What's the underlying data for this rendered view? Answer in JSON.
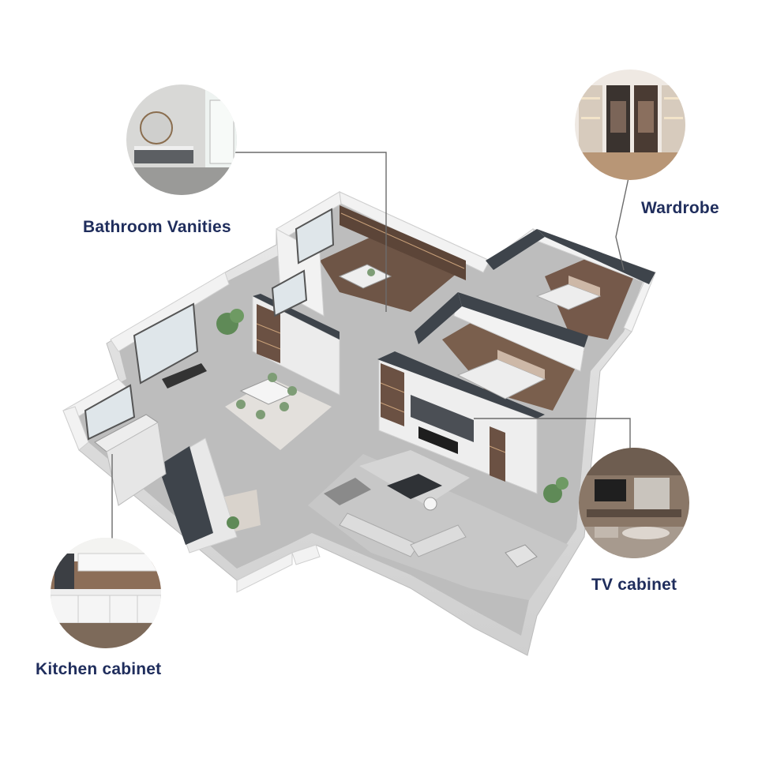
{
  "labels": {
    "bathroom": "Bathroom Vanities",
    "wardrobe": "Wardrobe",
    "tv": "TV cabinet",
    "kitchen": "Kitchen cabinet"
  },
  "icons": {
    "bathroom": "bathroom-vanity-photo",
    "wardrobe": "wardrobe-photo",
    "tv": "tv-cabinet-photo",
    "kitchen": "kitchen-cabinet-photo"
  },
  "colors": {
    "label_text": "#1f2d5c",
    "leader_line": "#6b6b6b",
    "floor": "#b9b9b9",
    "wall_white": "#f1f1f1",
    "wall_dark": "#3e444b",
    "wood": "#6e5546",
    "plant": "#5f8a57"
  }
}
